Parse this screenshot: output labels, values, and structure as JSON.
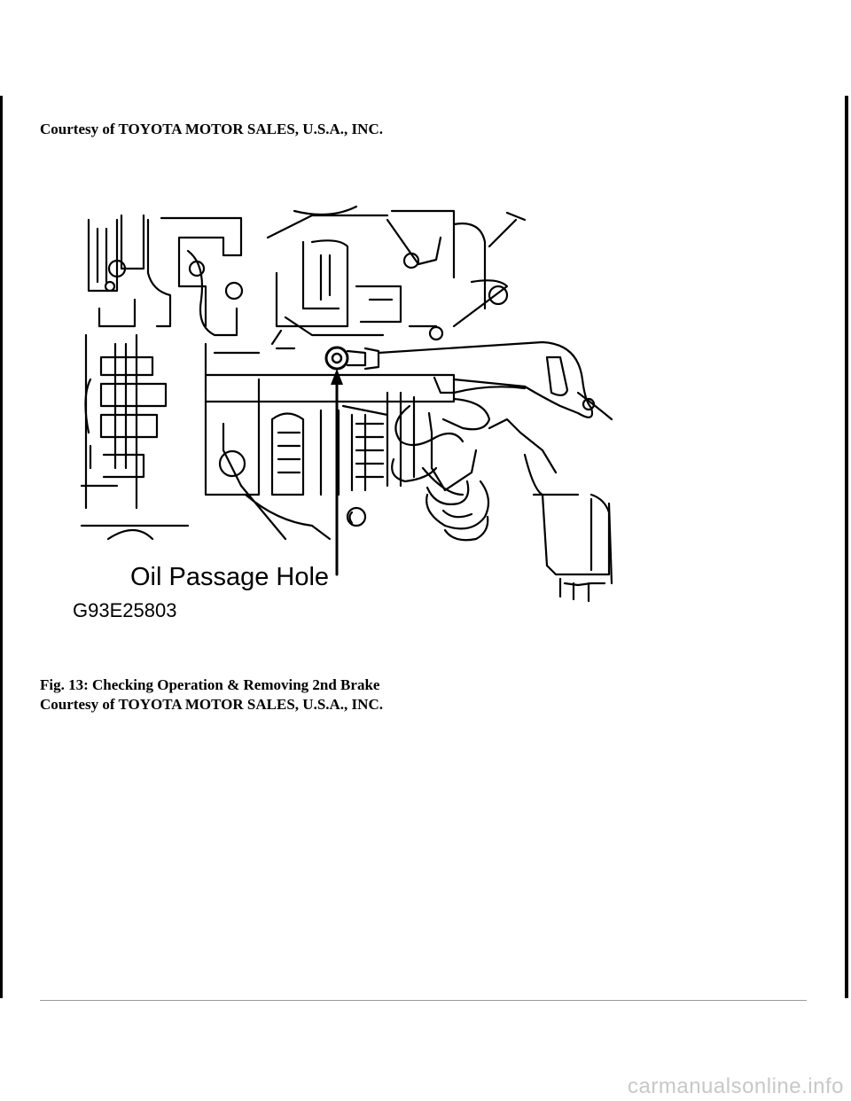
{
  "page": {
    "top_courtesy": "Courtesy of TOYOTA MOTOR SALES, U.S.A., INC.",
    "figure": {
      "callout_label": "Oil Passage Hole",
      "code": "G93E25803",
      "title": "Fig. 13: Checking Operation & Removing 2nd Brake",
      "courtesy": "Courtesy of TOYOTA MOTOR SALES, U.S.A., INC."
    },
    "watermark": "carmanualsonline.info"
  }
}
